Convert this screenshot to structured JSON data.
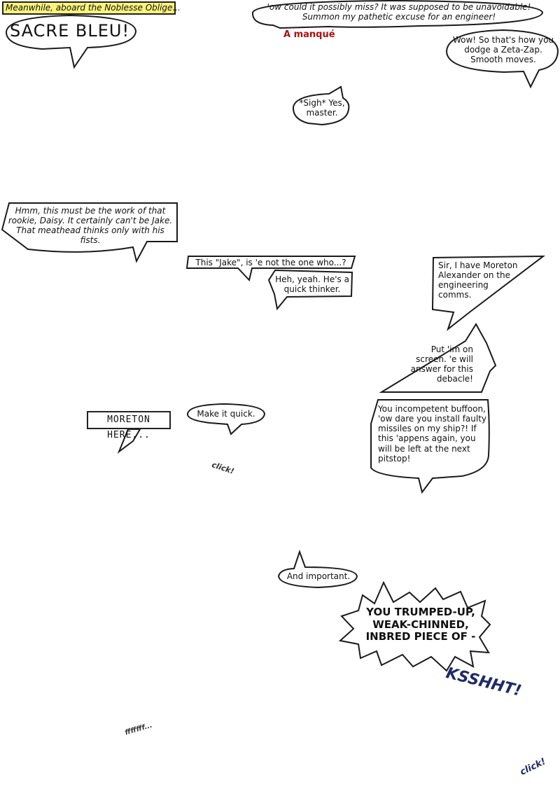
{
  "caption": "Meanwhile, aboard the Noblesse Oblige...",
  "bubbles": {
    "sacre": "SACRE BLEU!",
    "ow": "'ow could it possibly miss? It was supposed to be unavoidable! Summon my pathetic excuse for an engineer!",
    "wow": "Wow! So that's how you dodge a Zeta-Zap. Smooth moves.",
    "sigh": "*Sigh* Yes, master.",
    "hmm": "Hmm, this must be the work of that rookie, Daisy. It certainly can't be Jake. That meathead thinks only with his fists.",
    "jake": "This \"Jake\", is 'e not the one who...?",
    "heh": "Heh, yeah. He's a quick thinker.",
    "sir": "Sir, I have Moreton Alexander on the engineering comms.",
    "put": "Put 'im on screen. 'e will answer for this debacle!",
    "moreton": "MORETON HERE...",
    "quick": "Make it quick.",
    "incompetent": "You incompetent buffoon, 'ow dare you install faulty missiles on my ship?! If this 'appens again, you will be left at the next pitstop!",
    "important": "And important.",
    "trumped": "YOU TRUMPED-UP, WEAK-CHINNED, INBRED PIECE OF -"
  },
  "sfx": {
    "manque": "A manqué",
    "click1": "click!",
    "ksshht": "KSSHHT!",
    "fzzz": "fffffff...",
    "click2": "click!"
  },
  "colors": {
    "caption_bg": "#fbf37a",
    "manque": "#b01010",
    "ksshht": "#1f2b66",
    "click": "#333333"
  }
}
